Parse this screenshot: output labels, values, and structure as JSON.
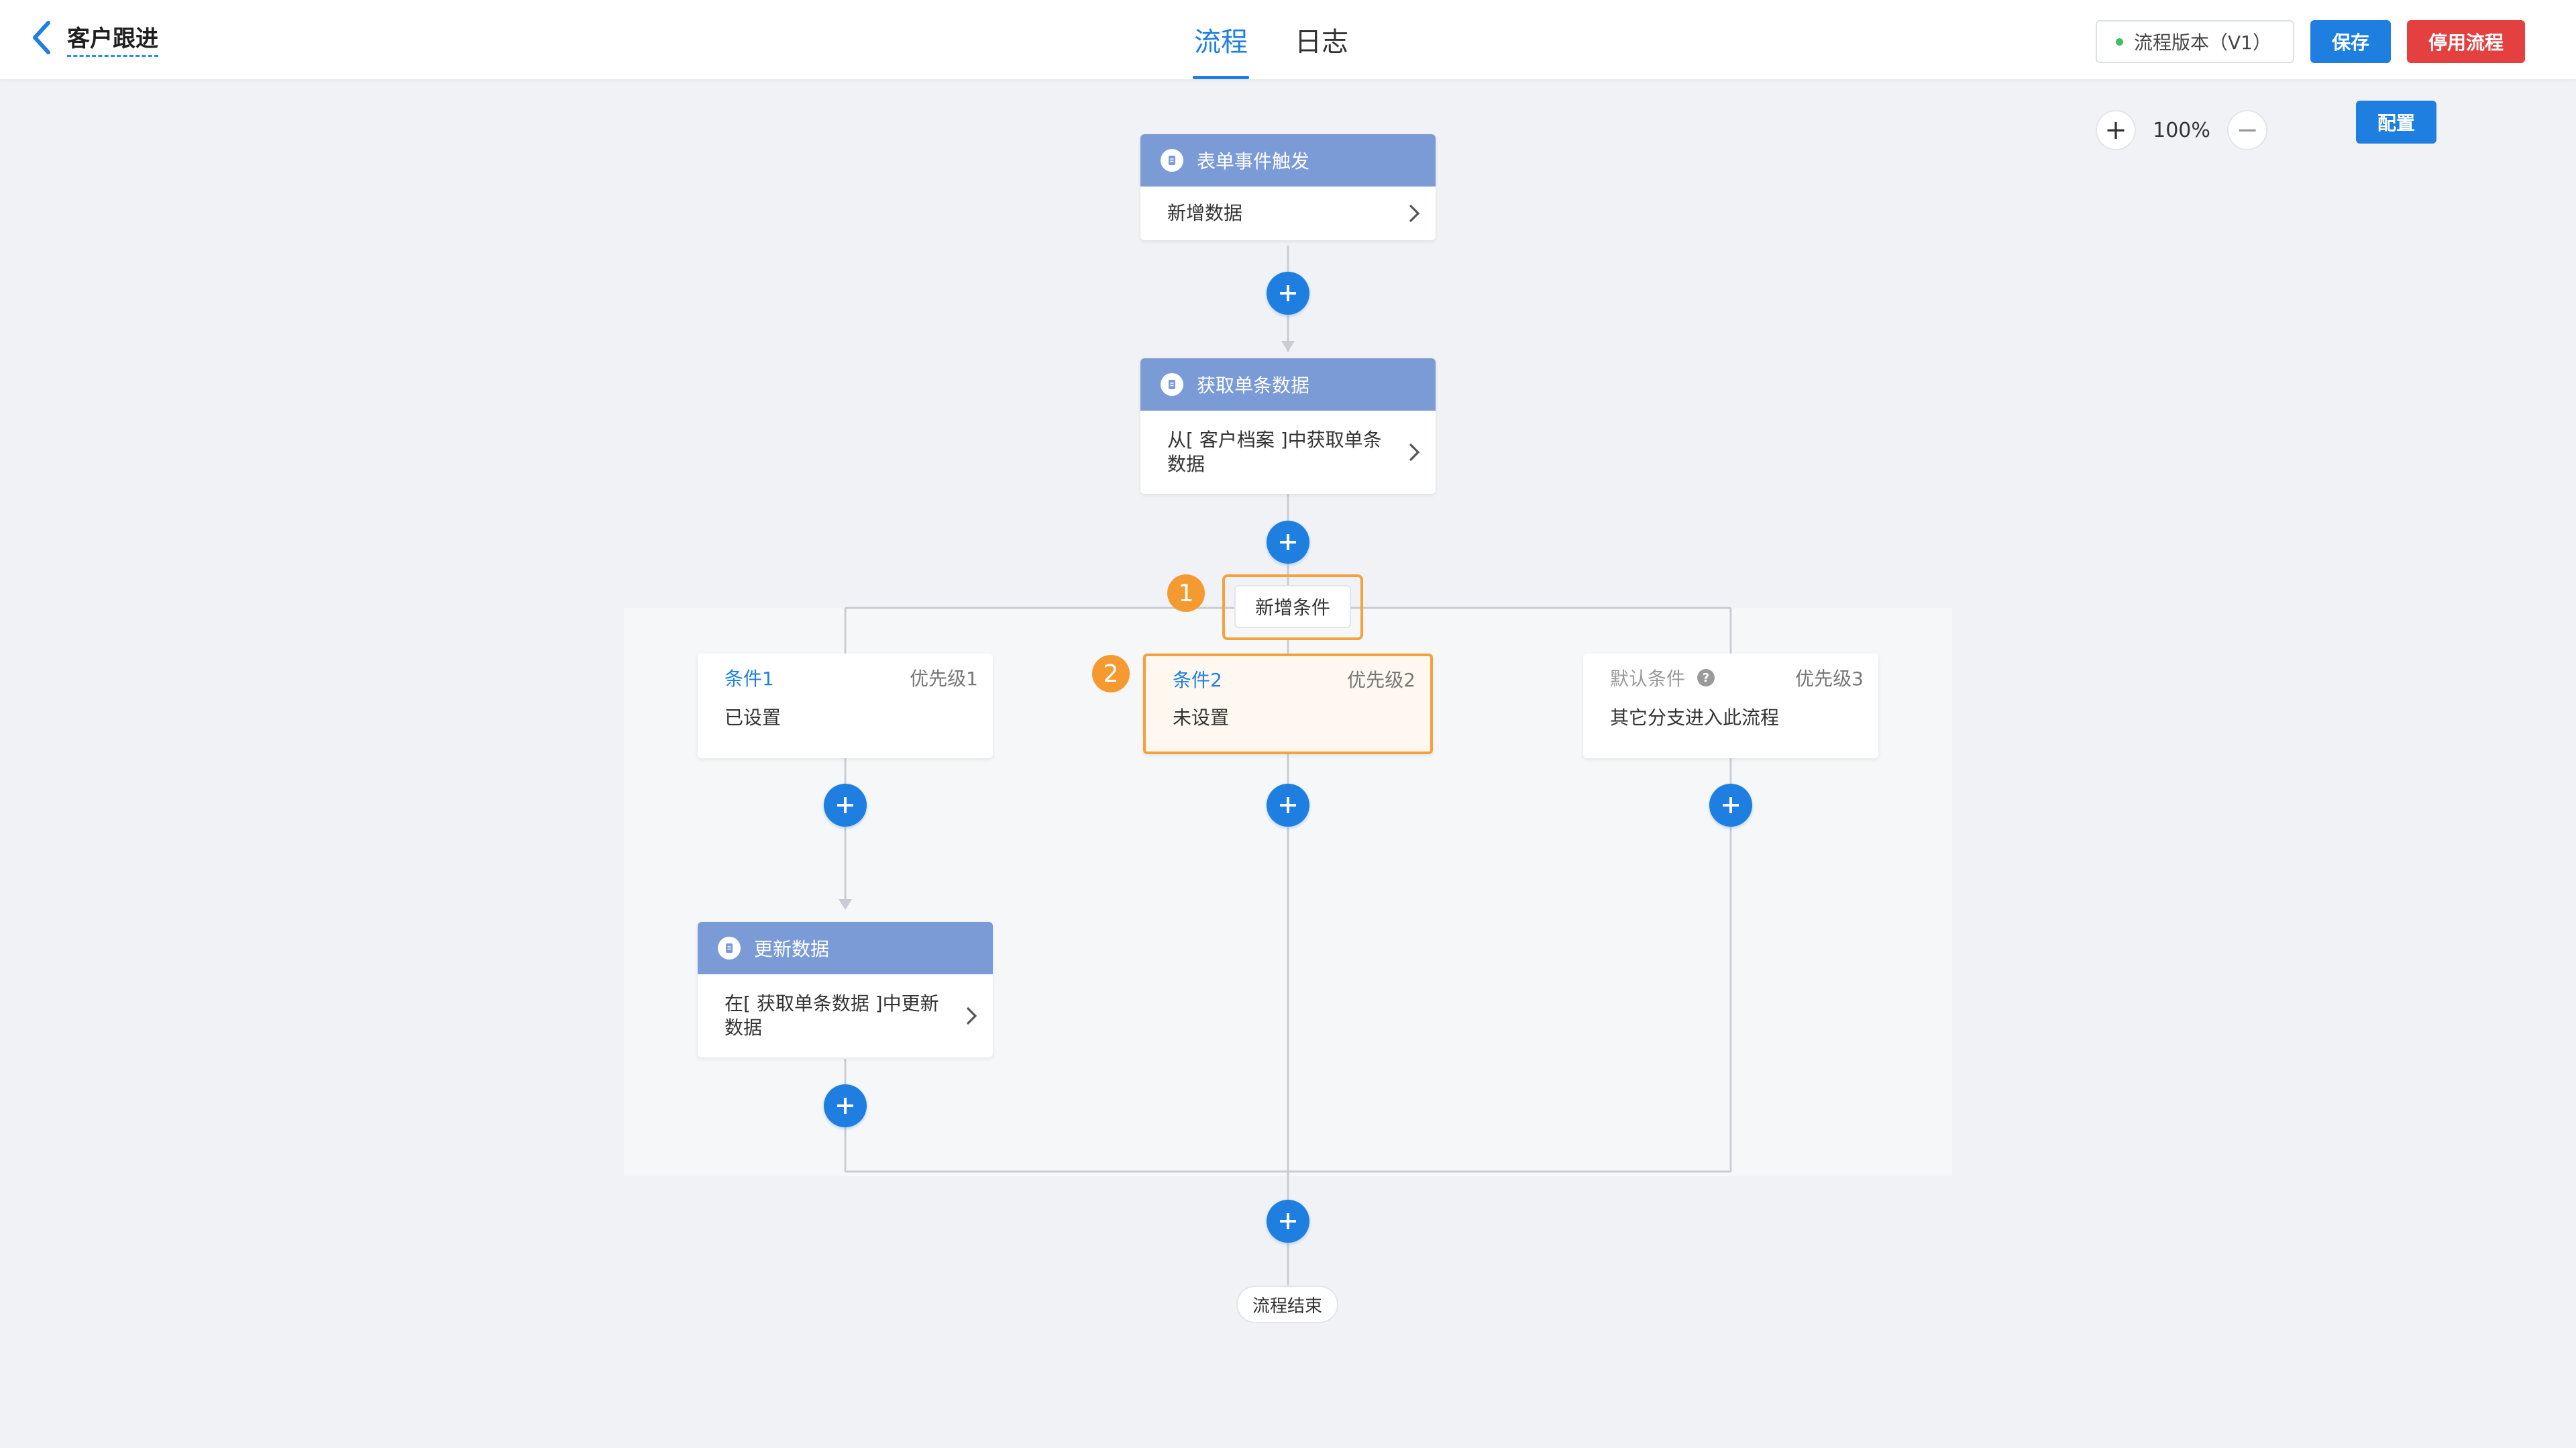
{
  "header": {
    "title": "客户跟进",
    "tabs": [
      {
        "label": "流程",
        "active": true
      },
      {
        "label": "日志",
        "active": false
      }
    ],
    "version_label": "流程版本（V1）",
    "save_label": "保存",
    "stop_label": "停用流程"
  },
  "toolbar": {
    "zoom_in": "+",
    "zoom_value": "100%",
    "zoom_out": "−",
    "config_label": "配置"
  },
  "flow": {
    "trigger": {
      "title": "表单事件触发",
      "body": "新增数据"
    },
    "get_single": {
      "title": "获取单条数据",
      "body": "从[ 客户档案 ]中获取单条数据"
    },
    "add_condition_label": "新增条件",
    "badges": [
      "1",
      "2"
    ],
    "conditions": [
      {
        "name": "条件1",
        "priority": "优先级1",
        "desc": "已设置"
      },
      {
        "name": "条件2",
        "priority": "优先级2",
        "desc": "未设置"
      },
      {
        "name": "默认条件",
        "priority": "优先级3",
        "desc": "其它分支进入此流程"
      }
    ],
    "update": {
      "title": "更新数据",
      "body": "在[ 获取单条数据 ]中更新数据"
    },
    "end_label": "流程结束"
  },
  "colors": {
    "accent": "#1e7fe0",
    "danger": "#e54040",
    "node_header": "#7b9bd6",
    "highlight": "#f5a13c"
  }
}
